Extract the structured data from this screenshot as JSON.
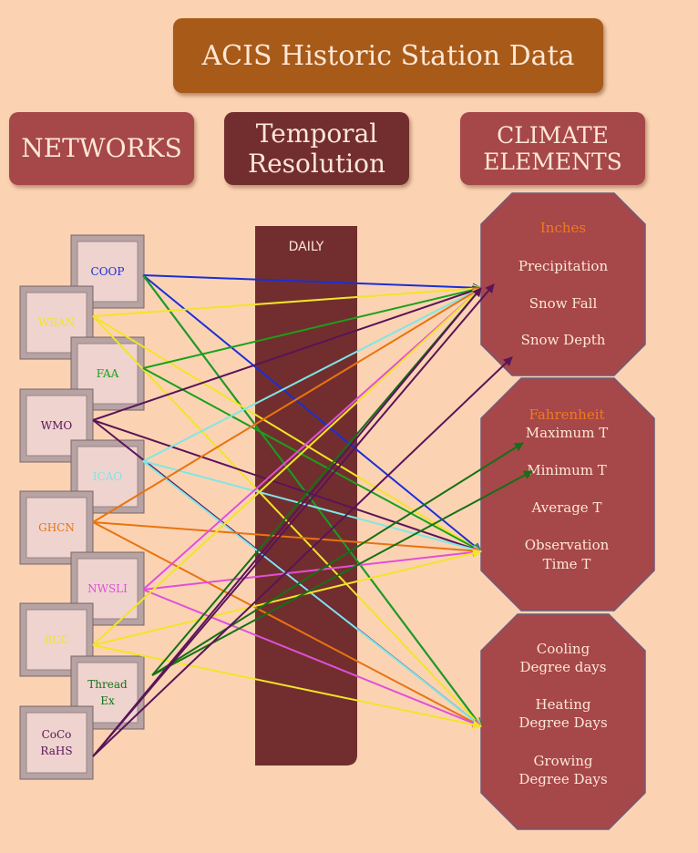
{
  "title": "ACIS Historic Station Data",
  "headers": {
    "networks": "NETWORKS",
    "temporal_line1": "Temporal",
    "temporal_line2": "Resolution",
    "climate_line1": "CLIMATE",
    "climate_line2": "ELEMENTS"
  },
  "temporal": {
    "daily": "DAILY"
  },
  "networks": [
    {
      "id": "coop",
      "lines": [
        "COOP"
      ],
      "color": "#1a2fd6"
    },
    {
      "id": "wban",
      "lines": [
        "WBAN"
      ],
      "color": "#f2e428"
    },
    {
      "id": "faa",
      "lines": [
        "FAA"
      ],
      "color": "#1aa01a"
    },
    {
      "id": "wmo",
      "lines": [
        "WMO"
      ],
      "color": "#5a1458"
    },
    {
      "id": "icao",
      "lines": [
        "ICAO"
      ],
      "color": "#7fe6e6"
    },
    {
      "id": "ghcn",
      "lines": [
        "GHCN"
      ],
      "color": "#e87410"
    },
    {
      "id": "nwsli",
      "lines": [
        "NWSLI"
      ],
      "color": "#e050d8"
    },
    {
      "id": "rcc",
      "lines": [
        "RCC"
      ],
      "color": "#f2e428"
    },
    {
      "id": "thread",
      "lines": [
        "Thread",
        "Ex"
      ],
      "color": "#157015"
    },
    {
      "id": "cocorahs",
      "lines": [
        "CoCo",
        "RaHS"
      ],
      "color": "#5a1458"
    }
  ],
  "element_groups": [
    {
      "id": "inches",
      "heading": "Inches",
      "items": [
        [
          "Precipitation"
        ],
        [
          "Snow Fall"
        ],
        [
          "Snow Depth"
        ]
      ]
    },
    {
      "id": "fahrenheit",
      "heading": "Fahrenheit",
      "items": [
        [
          "Maximum  T"
        ],
        [
          "Minimum  T"
        ],
        [
          "Average  T"
        ],
        [
          "Observation",
          "Time   T"
        ]
      ]
    },
    {
      "id": "degree_days",
      "heading": "",
      "items": [
        [
          "Cooling",
          "Degree days"
        ],
        [
          "Heating",
          "Degree Days"
        ],
        [
          "Growing",
          "Degree Days"
        ]
      ]
    }
  ],
  "connections": [
    {
      "from": "coop",
      "to": "precip",
      "color": "#1a2fd6"
    },
    {
      "from": "coop",
      "to": "temp",
      "color": "#1a2fd6"
    },
    {
      "from": "coop",
      "to": "degree",
      "color": "#1a2fd6"
    },
    {
      "from": "coop",
      "to": "degree",
      "color": "#1aa01a"
    },
    {
      "from": "wban",
      "to": "precip",
      "color": "#f2e428"
    },
    {
      "from": "wban",
      "to": "temp",
      "color": "#f2e428"
    },
    {
      "from": "wban",
      "to": "degree",
      "color": "#f2e428"
    },
    {
      "from": "faa",
      "to": "precip",
      "color": "#1aa01a"
    },
    {
      "from": "faa",
      "to": "temp",
      "color": "#1aa01a"
    },
    {
      "from": "wmo",
      "to": "precip",
      "color": "#5a1458"
    },
    {
      "from": "wmo",
      "to": "temp",
      "color": "#5a1458"
    },
    {
      "from": "wmo",
      "to": "degree",
      "color": "#5a1458"
    },
    {
      "from": "icao",
      "to": "precip",
      "color": "#7fe6e6"
    },
    {
      "from": "icao",
      "to": "temp",
      "color": "#7fe6e6"
    },
    {
      "from": "icao",
      "to": "degree",
      "color": "#7fe6e6"
    },
    {
      "from": "ghcn",
      "to": "precip",
      "color": "#e87410"
    },
    {
      "from": "ghcn",
      "to": "temp",
      "color": "#e87410"
    },
    {
      "from": "ghcn",
      "to": "degree",
      "color": "#e87410"
    },
    {
      "from": "nwsli",
      "to": "precip",
      "color": "#e050d8"
    },
    {
      "from": "nwsli",
      "to": "temp",
      "color": "#e050d8"
    },
    {
      "from": "nwsli",
      "to": "degree",
      "color": "#e050d8"
    },
    {
      "from": "rcc",
      "to": "precip",
      "color": "#f2e428"
    },
    {
      "from": "rcc",
      "to": "temp",
      "color": "#f2e428"
    },
    {
      "from": "rcc",
      "to": "degree",
      "color": "#f2e428"
    },
    {
      "from": "thread",
      "to": "precip",
      "color": "#157015"
    },
    {
      "from": "thread",
      "to": "max",
      "color": "#157015"
    },
    {
      "from": "thread",
      "to": "min",
      "color": "#157015"
    },
    {
      "from": "cocorahs",
      "to": "precip",
      "color": "#5a1458"
    },
    {
      "from": "cocorahs",
      "to": "snowfall",
      "color": "#5a1458"
    },
    {
      "from": "cocorahs",
      "to": "snowdepth",
      "color": "#5a1458"
    }
  ]
}
